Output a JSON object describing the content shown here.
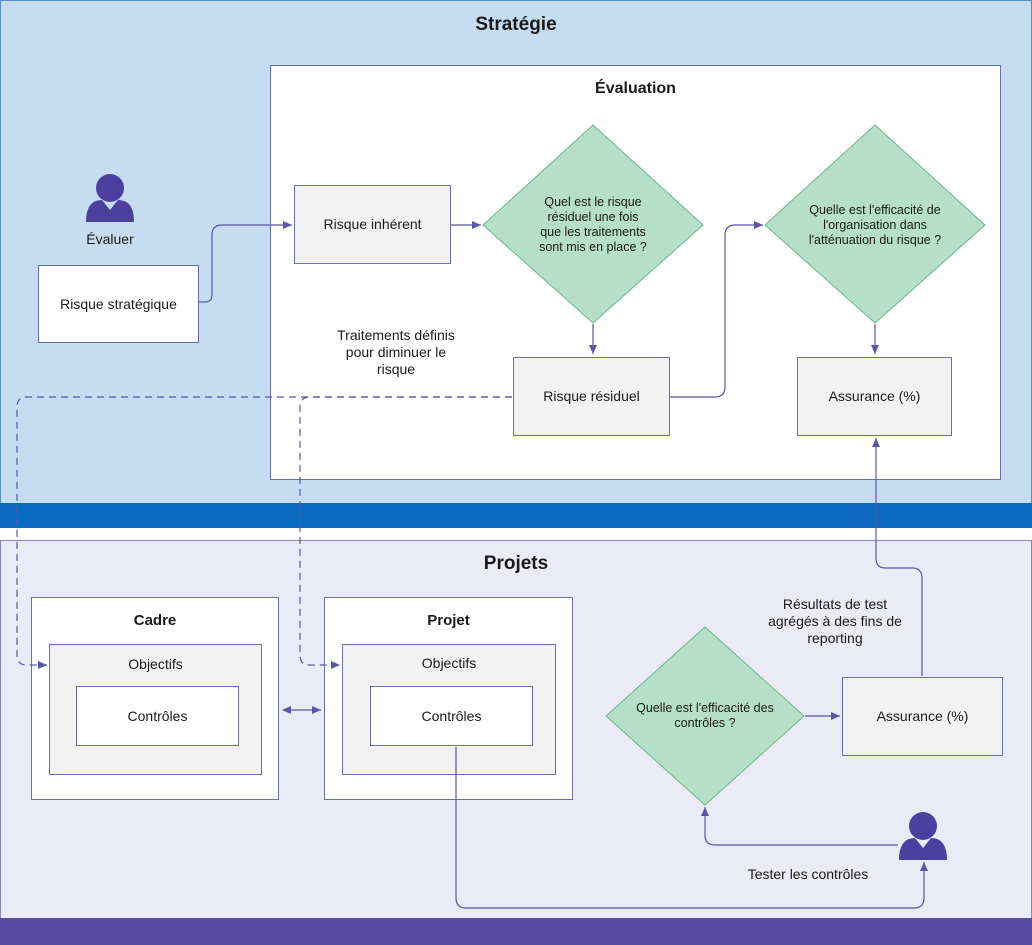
{
  "strategy": {
    "title": "Stratégie",
    "evaluation_title": "Évaluation",
    "actor_label": "Évaluer",
    "strategic_risk": "Risque stratégique",
    "inherent_risk": "Risque inhérent",
    "decision_residual": "Quel est le risque résiduel une fois que les traitements sont mis en place ?",
    "decision_efficiency": "Quelle est l'efficacité de l'organisation dans l'atténuation du risque ?",
    "treatments_note": "Traitements définis pour diminuer le risque",
    "residual_risk": "Risque résiduel",
    "assurance": "Assurance (%)"
  },
  "projects": {
    "title": "Projets",
    "framework": {
      "title": "Cadre",
      "objectives": "Objectifs",
      "controls": "Contrôles"
    },
    "project": {
      "title": "Projet",
      "objectives": "Objectifs",
      "controls": "Contrôles"
    },
    "decision_controls": "Quelle est l'efficacité des contrôles ?",
    "assurance": "Assurance (%)",
    "results_note": "Résultats de test agrégés à des fins de reporting",
    "actor_label": "Tester les contrôles"
  },
  "colors": {
    "strategy_lane": "#c6dcf0",
    "strategy_band": "#0a6ac2",
    "projects_lane": "#ebeaf7",
    "projects_band": "#574aa0",
    "decision_fill": "#b5dfc6",
    "decision_stroke": "#6bb58c",
    "connector": "#5a55a8",
    "actor": "#4b3fa0"
  },
  "icons": [
    "person-icon",
    "person-icon"
  ]
}
